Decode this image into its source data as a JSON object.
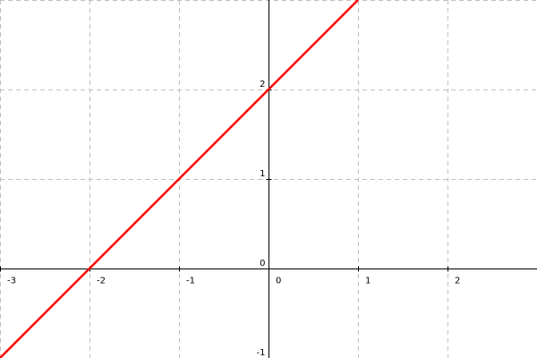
{
  "chart_data": {
    "type": "line",
    "title": "",
    "xlabel": "",
    "ylabel": "",
    "xlim": [
      -3,
      3
    ],
    "ylim": [
      -1,
      3
    ],
    "grid": true,
    "x_ticks": [
      {
        "value": -3,
        "label": "-3"
      },
      {
        "value": -2,
        "label": "-2"
      },
      {
        "value": -1,
        "label": "-1"
      },
      {
        "value": 0,
        "label": "0"
      },
      {
        "value": 1,
        "label": "1"
      },
      {
        "value": 2,
        "label": "2"
      }
    ],
    "y_ticks": [
      {
        "value": -1,
        "label": "-1"
      },
      {
        "value": 0,
        "label": "0"
      },
      {
        "value": 1,
        "label": "1"
      },
      {
        "value": 2,
        "label": "2"
      }
    ],
    "series": [
      {
        "color": "#ff0000",
        "x": [
          -3,
          -2,
          -1,
          0,
          1
        ],
        "y": [
          -1,
          0,
          1,
          2,
          3
        ]
      }
    ],
    "colors": {
      "grid": "#c0c0c0",
      "axis": "#000000",
      "line": "#ff0000"
    }
  }
}
